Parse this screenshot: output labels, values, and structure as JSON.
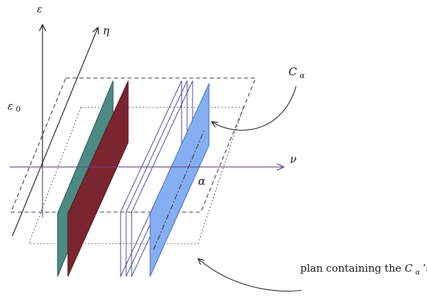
{
  "labels": {
    "epsilon": "ε",
    "eta": "η",
    "nu": "ν",
    "epsilon0_main": "ε",
    "epsilon0_sub": "0",
    "alpha": "α",
    "calpha_main": "C",
    "calpha_sub": "α",
    "plan_prefix": "plan containing the ",
    "plan_c": "C",
    "plan_sub": "α",
    "plan_suffix": "’s"
  },
  "colors": {
    "axes": "#1a1a1a",
    "nu_axis": "#6d4a83",
    "teal_plane": "#4b8b84",
    "red_plane": "#7a2530",
    "blue_plane": "#86aef2",
    "outline_planes": "#3f3f9c",
    "dotted_plane": "#404040",
    "dashed_plane": "#303030"
  }
}
